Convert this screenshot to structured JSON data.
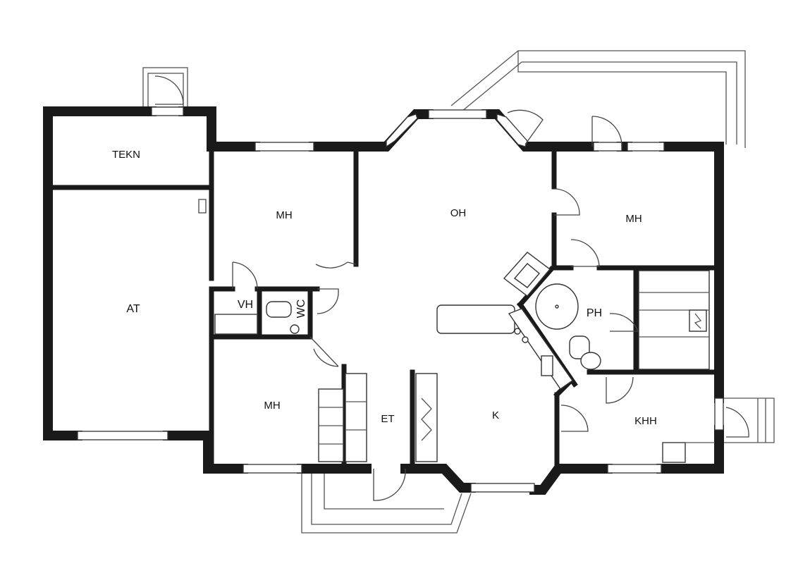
{
  "rooms": {
    "tekn": "TEKN",
    "at": "AT",
    "mh_left_top": "MH",
    "vh": "VH",
    "wc": "WC",
    "oh": "OH",
    "mh_right": "MH",
    "ph": "PH",
    "mh_left_bottom": "MH",
    "et": "ET",
    "k": "K",
    "khh": "KHH"
  }
}
